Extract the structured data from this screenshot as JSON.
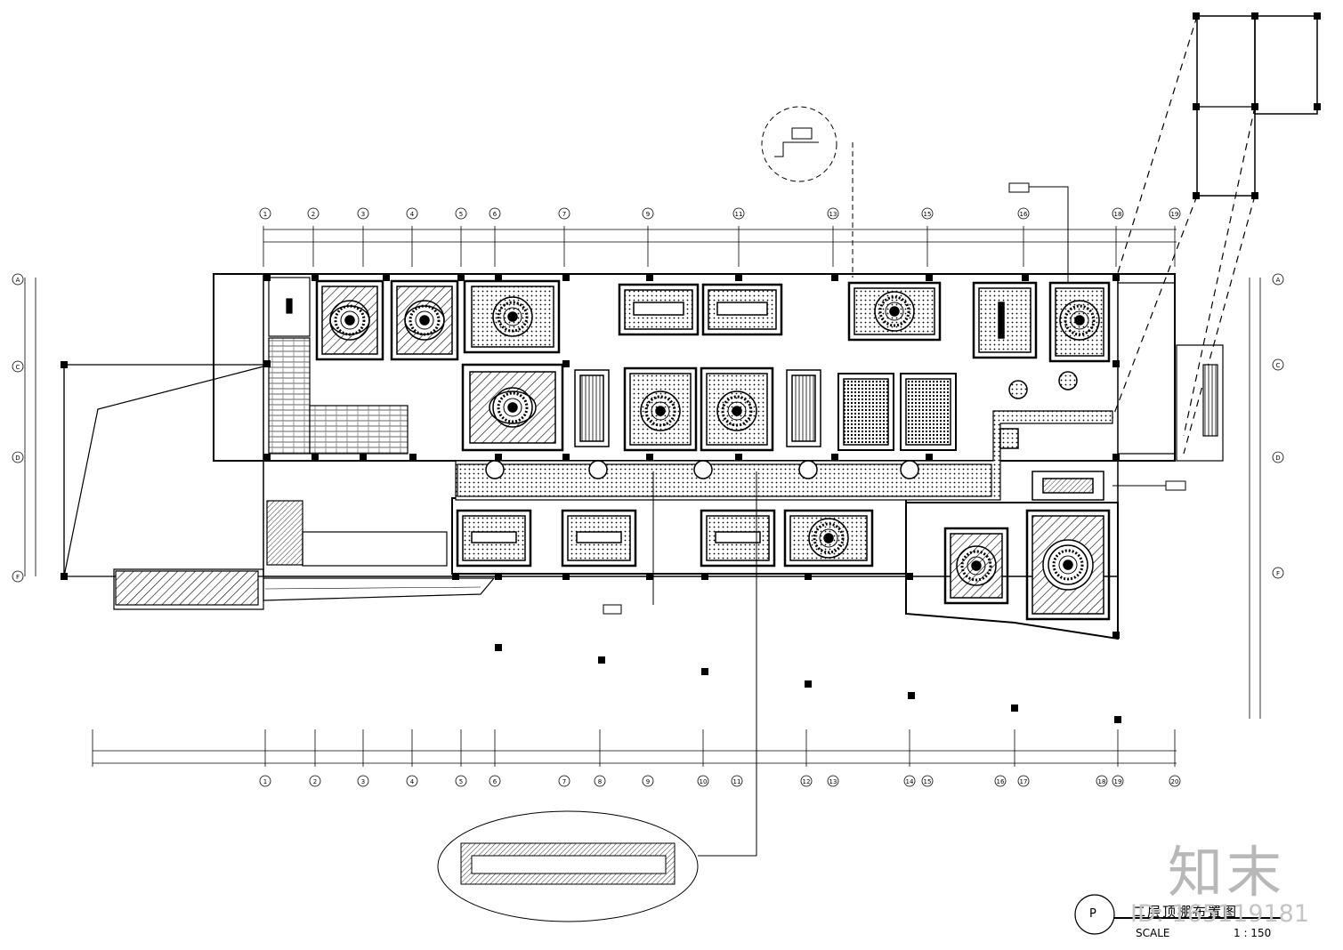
{
  "drawing": {
    "title": "二层顶棚布置图",
    "scale_label": "SCALE",
    "scale_value": "1 : 150",
    "symbol_letter": "P"
  },
  "watermark": {
    "logo": "知末",
    "id": "ID: 165119181"
  },
  "axes": {
    "top": [
      "1",
      "2",
      "3",
      "4",
      "5",
      "6",
      "7",
      "9",
      "11",
      "13",
      "15",
      "16",
      "18",
      "19"
    ],
    "bottom": [
      "1",
      "2",
      "3",
      "4",
      "5",
      "6",
      "7",
      "8",
      "9",
      "10",
      "11",
      "12",
      "13",
      "14",
      "15",
      "16",
      "17",
      "18",
      "19",
      "20"
    ],
    "left": [
      "A",
      "C",
      "D",
      "F"
    ],
    "right": [
      "A",
      "C",
      "D",
      "F"
    ]
  },
  "colors": {
    "line": "#000000",
    "paper": "#ffffff",
    "watermark": "#b8b8b8"
  }
}
